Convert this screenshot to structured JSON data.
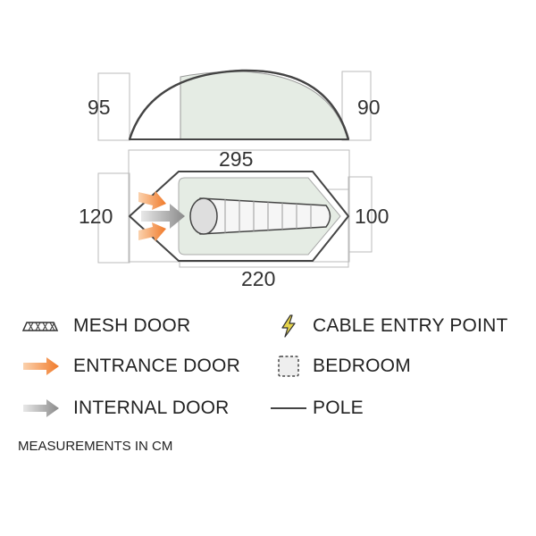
{
  "dimensions": {
    "side_left_height": "95",
    "side_right_height": "90",
    "total_length": "295",
    "plan_left_width": "120",
    "plan_right_width": "100",
    "inner_length": "220"
  },
  "legend": [
    {
      "icon": "mesh-icon",
      "label": "MESH DOOR"
    },
    {
      "icon": "entrance-arrow-icon",
      "label": "ENTRANCE DOOR"
    },
    {
      "icon": "internal-arrow-icon",
      "label": "INTERNAL DOOR"
    },
    {
      "icon": "lightning-icon",
      "label": "CABLE ENTRY POINT"
    },
    {
      "icon": "dashed-square-icon",
      "label": "BEDROOM"
    },
    {
      "icon": "pole-line-icon",
      "label": "POLE"
    }
  ],
  "note": "MEASUREMENTS IN CM",
  "colors": {
    "outline": "#444444",
    "tent_fill": "#ffffff",
    "inner_fill": "#e5ece4",
    "dim_line": "#bbbbbb",
    "entrance_arrow": "#f07a2a",
    "internal_arrow": "#8f8f8f",
    "cable_entry": "#e6d44a"
  }
}
